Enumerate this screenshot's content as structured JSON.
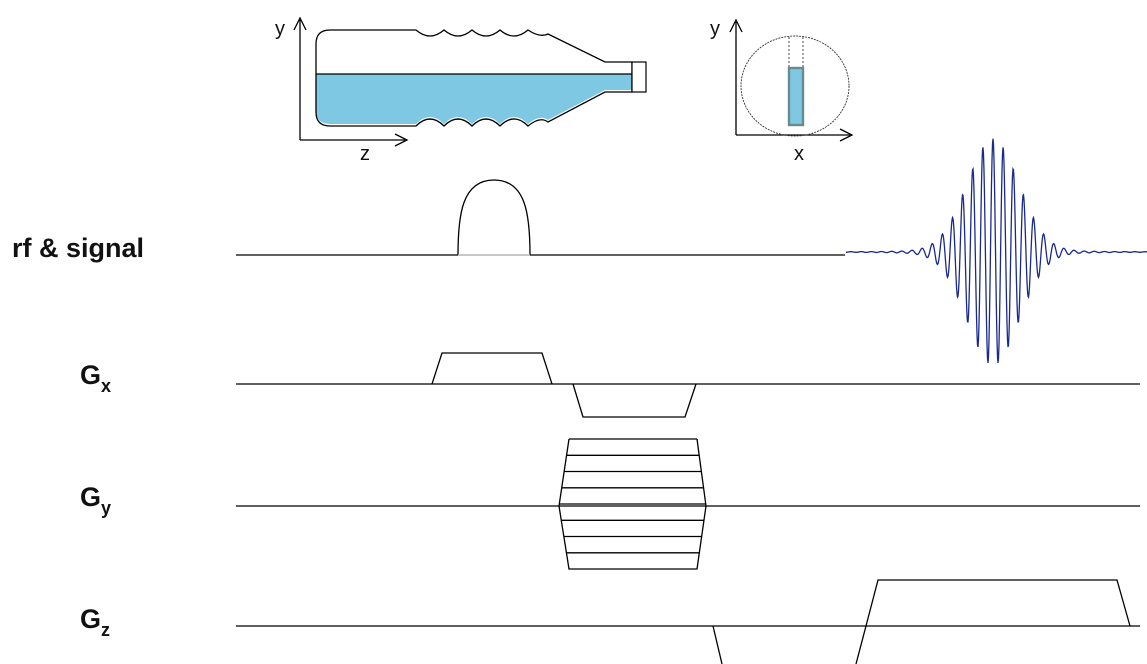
{
  "labels": {
    "rf_signal": "rf & signal",
    "gx_main": "G",
    "gx_sub": "x",
    "gy_main": "G",
    "gy_sub": "y",
    "gz_main": "G",
    "gz_sub": "z"
  },
  "axes": {
    "left_y": "y",
    "left_z": "z",
    "right_y": "y",
    "right_x": "x"
  },
  "colors": {
    "water": "#7ec8e3",
    "signal": "#1a2a8c",
    "line": "#000000"
  }
}
